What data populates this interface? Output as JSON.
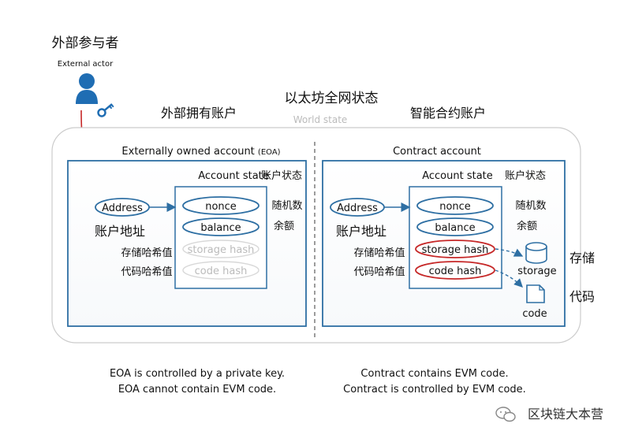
{
  "actor": {
    "label_cn": "外部参与者",
    "label_en": "External actor"
  },
  "world": {
    "title_cn": "以太坊全网状态",
    "title_en": "World state"
  },
  "eoa": {
    "heading_cn": "外部拥有账户",
    "title": "Externally owned account",
    "title_suffix": "(EOA)",
    "state_title": "Account state",
    "state_title_cn": "账户状态",
    "address": "Address",
    "address_cn": "账户地址",
    "fields": [
      "nonce",
      "balance",
      "storage hash",
      "code hash"
    ],
    "fields_cn_right": [
      "随机数",
      "余额"
    ],
    "fields_cn_left": [
      "存储哈希值",
      "代码哈希值"
    ],
    "notes": [
      "EOA is controlled by a private key.",
      "EOA cannot contain EVM code."
    ]
  },
  "contract": {
    "heading_cn": "智能合约账户",
    "title": "Contract account",
    "state_title": "Account state",
    "state_title_cn": "账户状态",
    "address": "Address",
    "address_cn": "账户地址",
    "fields": [
      "nonce",
      "balance",
      "storage hash",
      "code hash"
    ],
    "fields_cn_right": [
      "随机数",
      "余额"
    ],
    "fields_cn_left": [
      "存储哈希值",
      "代码哈希值"
    ],
    "storage_label": "storage",
    "storage_cn": "存储",
    "code_label": "code",
    "code_cn": "代码",
    "notes": [
      "Contract contains EVM code.",
      "Contract is controlled by EVM code."
    ]
  },
  "watermark": "区块链大本营",
  "colors": {
    "box_blue": "#2e6fa3",
    "text_dark": "#111111",
    "text_grey": "#bbbbbb",
    "red": "#c62828",
    "world_border": "#cccccc"
  }
}
